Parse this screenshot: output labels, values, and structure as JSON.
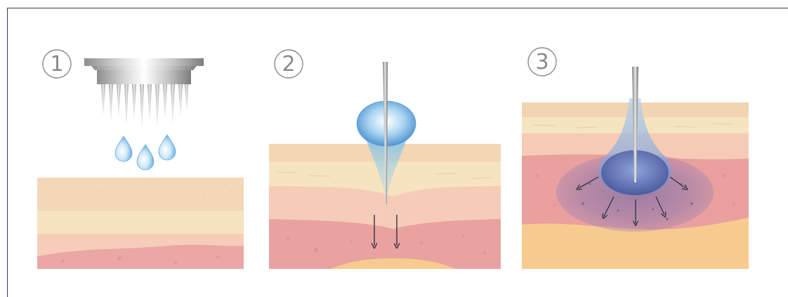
{
  "steps": [
    {
      "number": "1",
      "stage": "microneedle-array-with-droplets"
    },
    {
      "number": "2",
      "stage": "single-needle-penetration"
    },
    {
      "number": "3",
      "stage": "drug-diffusion-in-dermis"
    }
  ],
  "colors": {
    "frame": "#3a3d52",
    "numeral": "#8a8a8a",
    "skin_top": "#f1d9bd",
    "skin_light": "#f4e2c2",
    "skin_mid": "#f4cdb7",
    "skin_dermis": "#e9a3a0",
    "skin_fat": "#f7cc91",
    "droplet": "#8fc6ec",
    "diffusion": "#5a6fb0",
    "metal": "#b8b8b8"
  },
  "icons": [
    "circle-number-1",
    "circle-number-2",
    "circle-number-3",
    "down-arrow",
    "radial-arrow"
  ]
}
